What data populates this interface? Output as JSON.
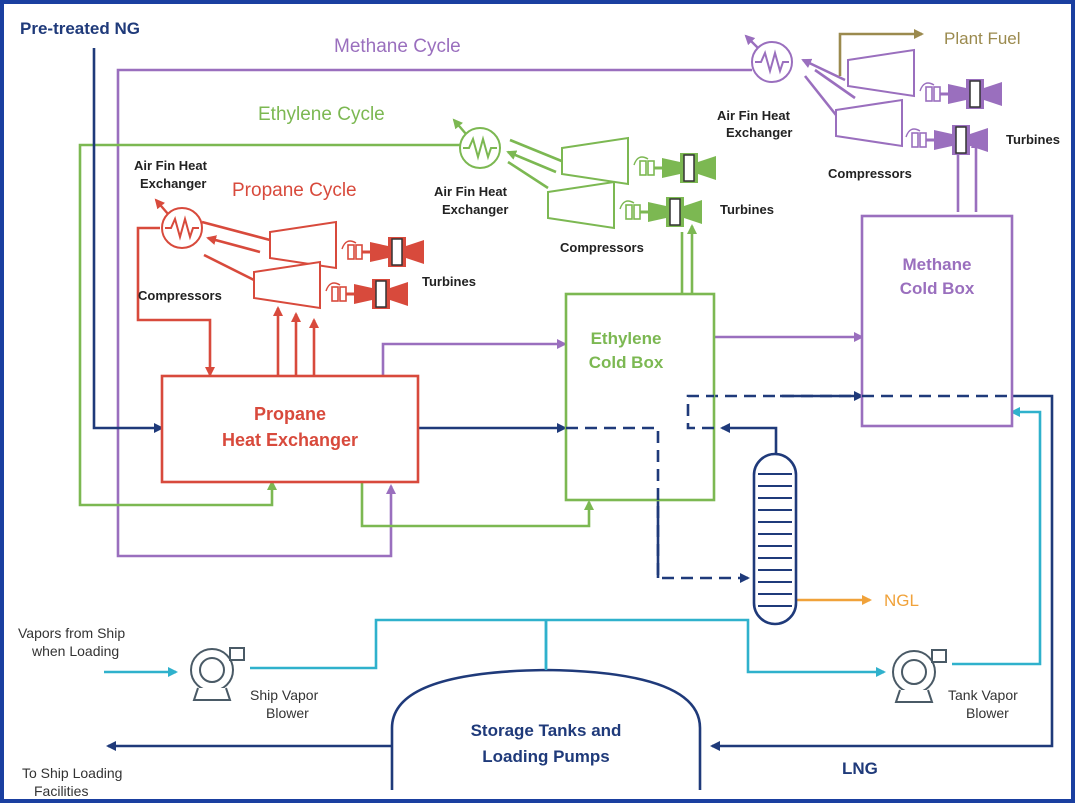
{
  "colors": {
    "navy": "#1f3a7a",
    "methane": "#9a6fbe",
    "ethylene": "#7cb852",
    "propane": "#d84a3c",
    "cyan": "#2fb1cc",
    "plant_fuel": "#9b8a4e",
    "ngl": "#f0a23a",
    "border": "#1a3fa0"
  },
  "labels": {
    "pretreated_ng": "Pre-treated NG",
    "methane_cycle": "Methane Cycle",
    "ethylene_cycle": "Ethylene Cycle",
    "propane_cycle": "Propane Cycle",
    "plant_fuel": "Plant Fuel",
    "air_fin_line1": "Air Fin Heat",
    "air_fin_line2": "Exchanger",
    "compressors": "Compressors",
    "turbines": "Turbines",
    "methane_cold_box_1": "Methane",
    "methane_cold_box_2": "Cold Box",
    "ethylene_cold_box_1": "Ethylene",
    "ethylene_cold_box_2": "Cold Box",
    "propane_hx_1": "Propane",
    "propane_hx_2": "Heat Exchanger",
    "ngl": "NGL",
    "vapors_1": "Vapors from Ship",
    "vapors_2": "when Loading",
    "ship_blower_1": "Ship Vapor",
    "ship_blower_2": "Blower",
    "tank_blower_1": "Tank Vapor",
    "tank_blower_2": "Blower",
    "storage_1": "Storage Tanks and",
    "storage_2": "Loading Pumps",
    "lng": "LNG",
    "to_ship_1": "To Ship Loading",
    "to_ship_2": "Facilities"
  },
  "icons": [
    "air-fin-heat-exchanger-icon",
    "compressor-icon",
    "turbine-icon",
    "blower-icon",
    "fractionation-column-icon"
  ]
}
